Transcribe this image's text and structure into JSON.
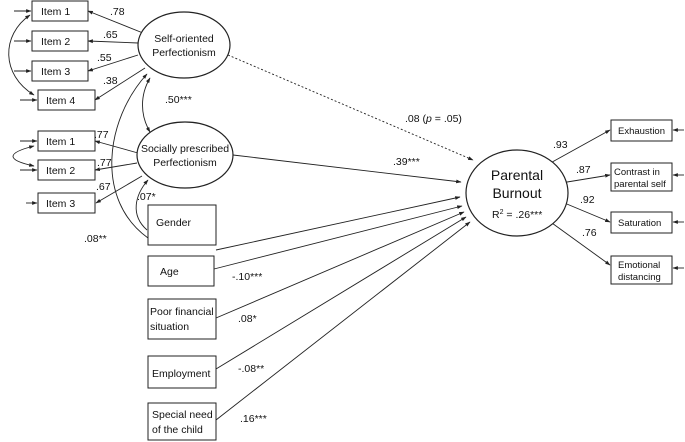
{
  "items_sop": [
    "Item 1",
    "Item 2",
    "Item 3",
    "Item 4"
  ],
  "items_spp": [
    "Item 1",
    "Item 2",
    "Item 3"
  ],
  "sop": {
    "line1": "Self-oriented",
    "line2": "Perfectionism"
  },
  "spp": {
    "line1": "Socially prescribed",
    "line2": "Perfectionism"
  },
  "burnout": {
    "line1": "Parental",
    "line2": "Burnout",
    "r2_label": "R",
    "r2_sup": "2",
    "r2_value": " = .26***"
  },
  "controls": [
    {
      "lines": [
        "Gender"
      ]
    },
    {
      "lines": [
        "Age"
      ]
    },
    {
      "lines": [
        "Poor financial",
        "situation"
      ]
    },
    {
      "lines": [
        "Employment"
      ]
    },
    {
      "lines": [
        "Special need",
        "of the child"
      ]
    }
  ],
  "outcomes": [
    {
      "lines": [
        "Exhaustion"
      ]
    },
    {
      "lines": [
        "Contrast in",
        "parental self"
      ]
    },
    {
      "lines": [
        "Saturation"
      ]
    },
    {
      "lines": [
        "Emotional",
        "distancing"
      ]
    }
  ],
  "loadings_sop": [
    ".78",
    ".65",
    ".55",
    ".38"
  ],
  "loadings_spp": [
    ".77",
    ".77",
    ".67"
  ],
  "loadings_out": [
    ".93",
    ".87",
    ".92",
    ".76"
  ],
  "corr_sop_spp": ".50***",
  "path_sop_burnout": {
    "prefix": ".08 (",
    "p": "p",
    "suffix": " = .05)"
  },
  "path_spp_burnout": ".39***",
  "gender_spp": ".07*",
  "gender_sop": ".08**",
  "control_paths": [
    "-.10***",
    ".08*",
    "-.08**",
    ".16***"
  ]
}
